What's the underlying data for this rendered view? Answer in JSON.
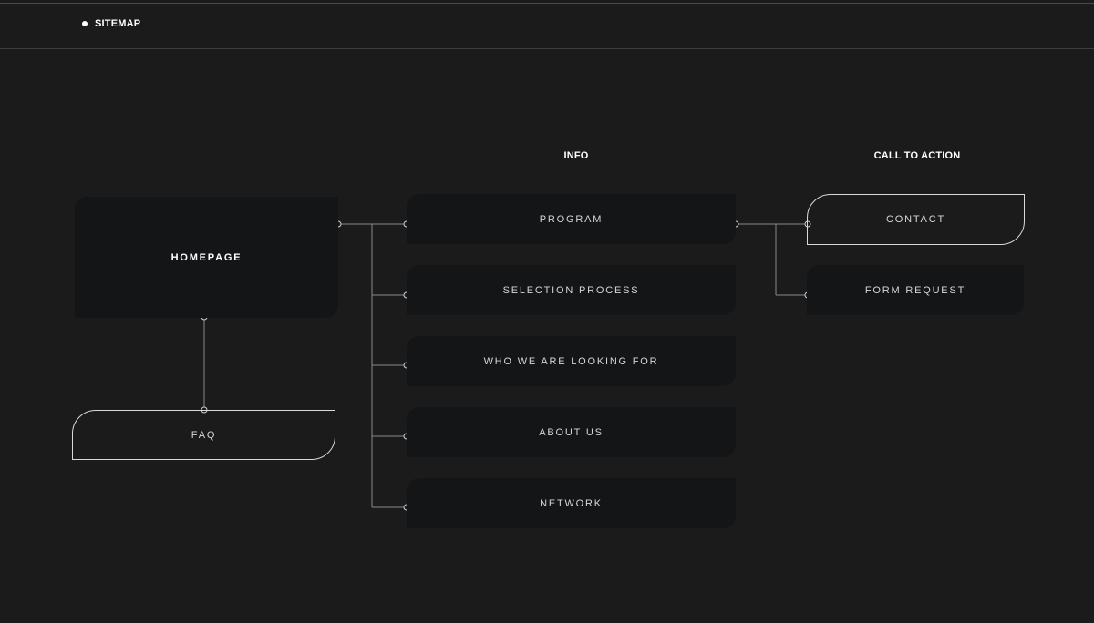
{
  "header": {
    "title": "SITEMAP"
  },
  "columns": {
    "info": "INFO",
    "cta": "CALL TO ACTION"
  },
  "nodes": {
    "homepage": "HOMEPAGE",
    "faq": "FAQ",
    "info": [
      "PROGRAM",
      "SELECTION PROCESS",
      "WHO WE ARE LOOKING FOR",
      "ABOUT US",
      "NETWORK"
    ],
    "cta": [
      "CONTACT",
      "FORM REQUEST"
    ]
  },
  "colors": {
    "background": "#1a1b1a",
    "box": "#141516",
    "line": "#8a8a8a",
    "outline": "#d9d9d9"
  }
}
